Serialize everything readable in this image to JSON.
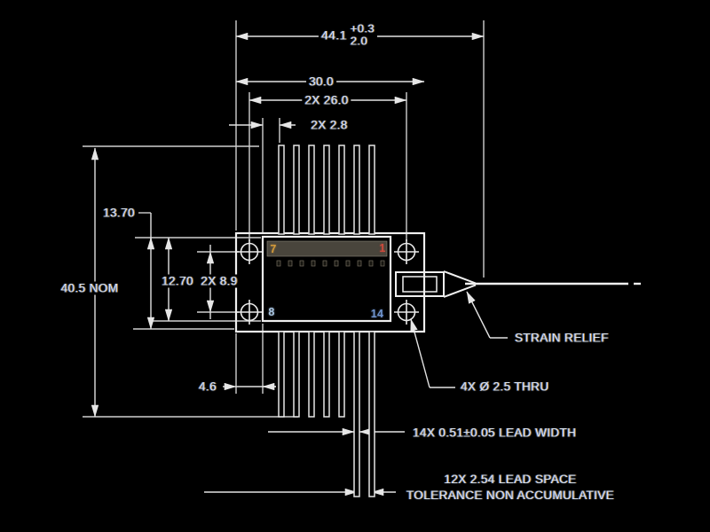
{
  "drawing": {
    "type": "mechanical dimension drawing, 14-pin butterfly fiber package, inverted (white on black)"
  },
  "colors": {
    "background": "#000000",
    "line": "#e6e6e6",
    "text": "#d9e2ec",
    "fringe_warm": "#e0962e",
    "fringe_cool": "#3f7ae0",
    "pin_7": "#d29a3a",
    "pin_1": "#cc4a3c",
    "pin_8": "#aac6e2",
    "pin_14": "#6f94cf"
  },
  "dimensions": {
    "overall": {
      "value": "44.1",
      "tol_upper": "+0.3",
      "tol_lower": "2.0"
    },
    "width_30": "30.0",
    "holes_26": "2X 26.0",
    "offset_2_8": "2X 2.8",
    "height_13_70": "13.70",
    "height_12_70": "12.70",
    "holes_8_9": "2X 8.9",
    "overall_height": "40.5 NOM",
    "edge_4_6": "4.6"
  },
  "callouts": {
    "strain_relief": "STRAIN RELIEF",
    "thru_holes": "4X Ø 2.5 THRU",
    "lead_width": "14X 0.51±0.05 LEAD WIDTH",
    "lead_space_line1": "12X 2.54 LEAD SPACE",
    "lead_space_line2": "TOLERANCE NON ACCUMULATIVE"
  },
  "pins": {
    "top_left": "7",
    "top_right": "1",
    "bottom_left": "8",
    "bottom_right": "14"
  }
}
